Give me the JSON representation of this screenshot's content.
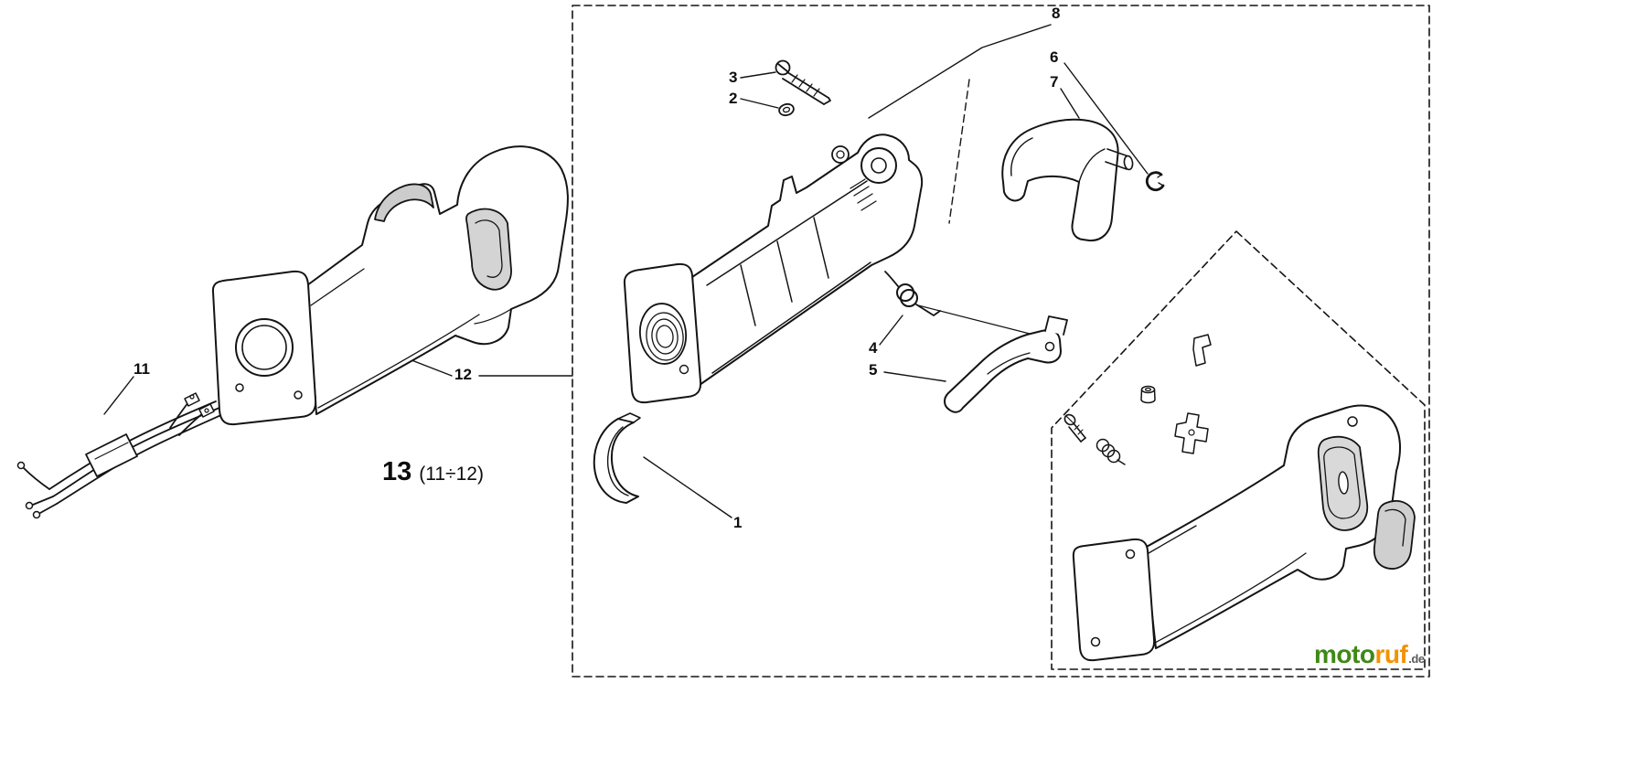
{
  "page": {
    "background_color": "#ffffff",
    "line_color": "#141414"
  },
  "diagram": {
    "part_labels": {
      "p1": "1",
      "p2": "2",
      "p3": "3",
      "p4": "4",
      "p5": "5",
      "p6": "6",
      "p7": "7",
      "p8": "8",
      "p11": "11",
      "p12": "12"
    },
    "assembly_caption": {
      "number": "13",
      "range": "(11÷12)"
    }
  },
  "watermark": {
    "brand_green": "moto",
    "brand_orange": "ruf",
    "domain_suffix": ".de",
    "color_green": "#3e8914",
    "color_orange": "#f39200",
    "color_suffix": "#5a5a5a"
  }
}
